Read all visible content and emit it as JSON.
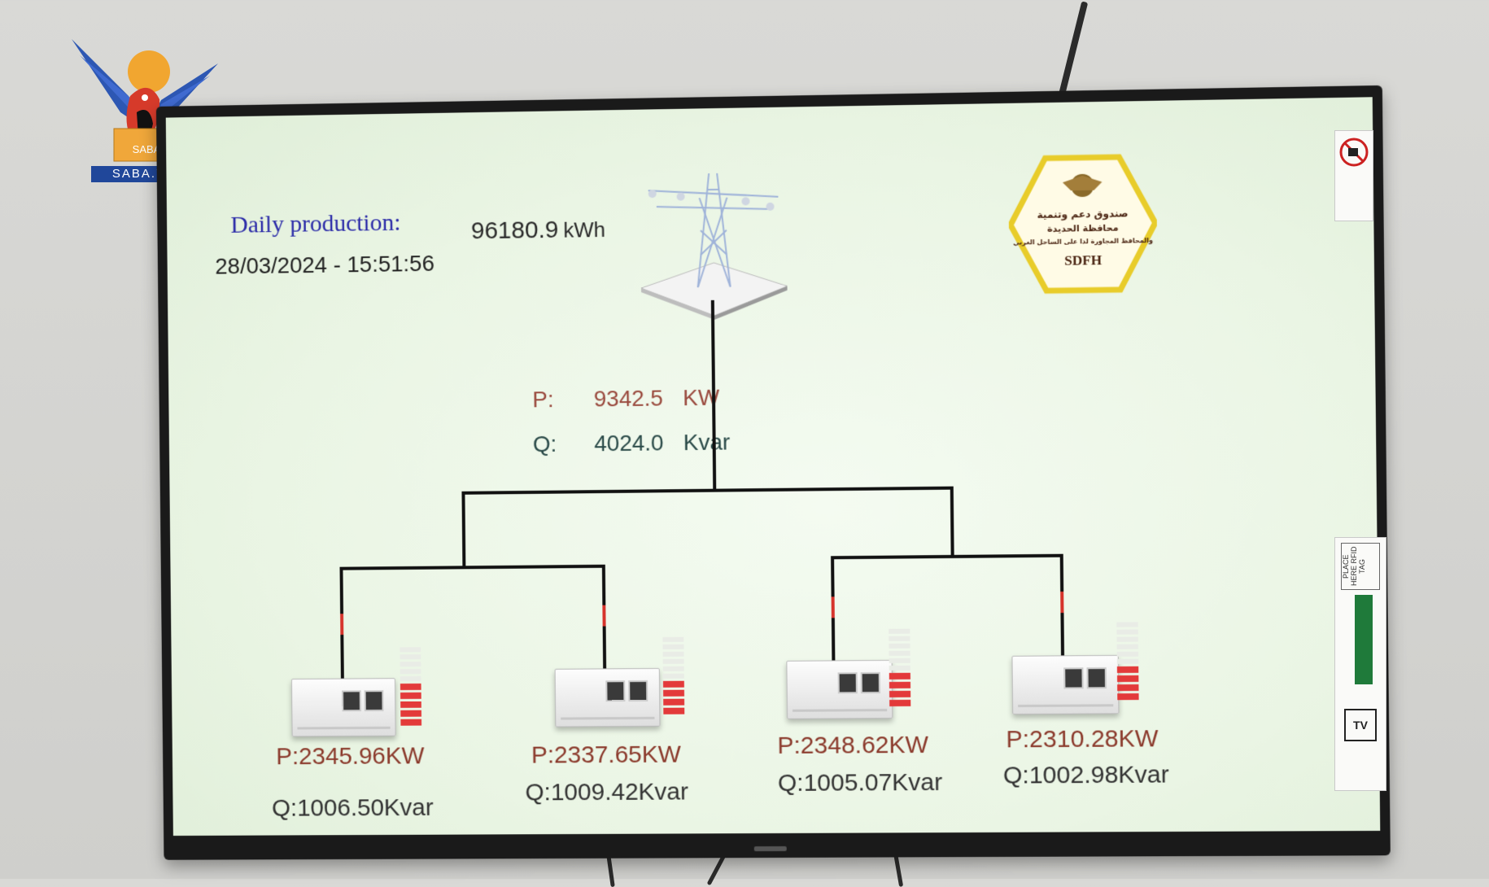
{
  "watermark": {
    "brand": "SABA",
    "site": "SABA.YE"
  },
  "dashboard": {
    "daily_label": "Daily production:",
    "daily_value": "96180.9",
    "daily_unit": "kWh",
    "timestamp": "28/03/2024 - 15:51:56",
    "total": {
      "p_label": "P:",
      "p_value": "9342.5",
      "p_unit": "KW",
      "q_label": "Q:",
      "q_value": "4024.0",
      "q_unit": "Kvar"
    },
    "inverters": [
      {
        "p": "P:2345.96KW",
        "q": "Q:1006.50Kvar",
        "level": 5
      },
      {
        "p": "P:2337.65KW",
        "q": "Q:1009.42Kvar",
        "level": 4
      },
      {
        "p": "P:2348.62KW",
        "q": "Q:1005.07Kvar",
        "level": 4
      },
      {
        "p": "P:2310.28KW",
        "q": "Q:1002.98Kvar",
        "level": 4
      }
    ],
    "badge": {
      "line1": "صندوق دعم وتنمية",
      "line2": "محافظة الحديدة",
      "line3": "والمحافظ المجاورة لدا على الساحل الغربي",
      "code": "SDFH"
    }
  },
  "stickers": {
    "rfid": "PLACE HERE RFID TAG",
    "tv": "TV"
  },
  "colors": {
    "accent_red": "#e33a3a",
    "label_blue": "#2a2aa8",
    "label_brown": "#8b3a2c"
  }
}
